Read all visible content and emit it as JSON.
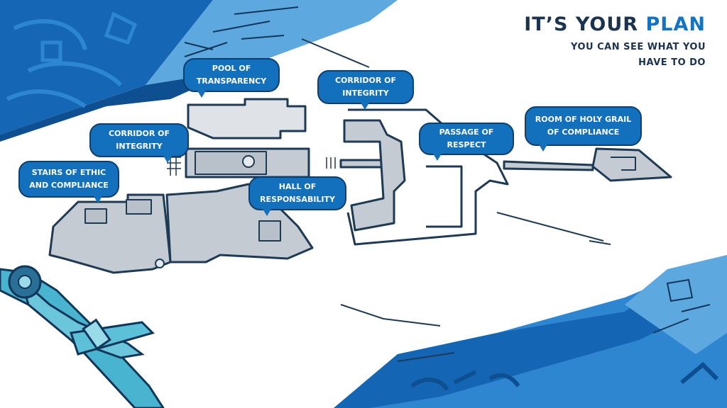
{
  "headline": {
    "title_prefix": "IT’S YOUR",
    "title_accent": "PLAN",
    "subtitle_line1": "YOU CAN SEE WHAT YOU",
    "subtitle_line2": "HAVE TO DO"
  },
  "locations": {
    "pool": "POOL OF TRANSPARENCY",
    "corridor_top": "CORRIDOR OF INTEGRITY",
    "corridor_left": "CORRIDOR OF INTEGRITY",
    "room_grail": "ROOM OF HOLY GRAIL OF COMPLIANCE",
    "passage": "PASSAGE OF RESPECT",
    "stairs": "STAIRS OF ETHIC AND COMPLIANCE",
    "hall": "HALL OF RESPONSABILITY"
  },
  "colors": {
    "accent": "#1274c4",
    "bubble": "#1270bd",
    "title": "#1a3350",
    "floor": "#c4cbd3",
    "outline": "#1f3a55",
    "blueprint_dark": "#0f5aa8",
    "blueprint_light": "#3d8fd3",
    "compass": "#45b5cf"
  },
  "icons": {
    "compass": "drafting-compass-icon"
  }
}
